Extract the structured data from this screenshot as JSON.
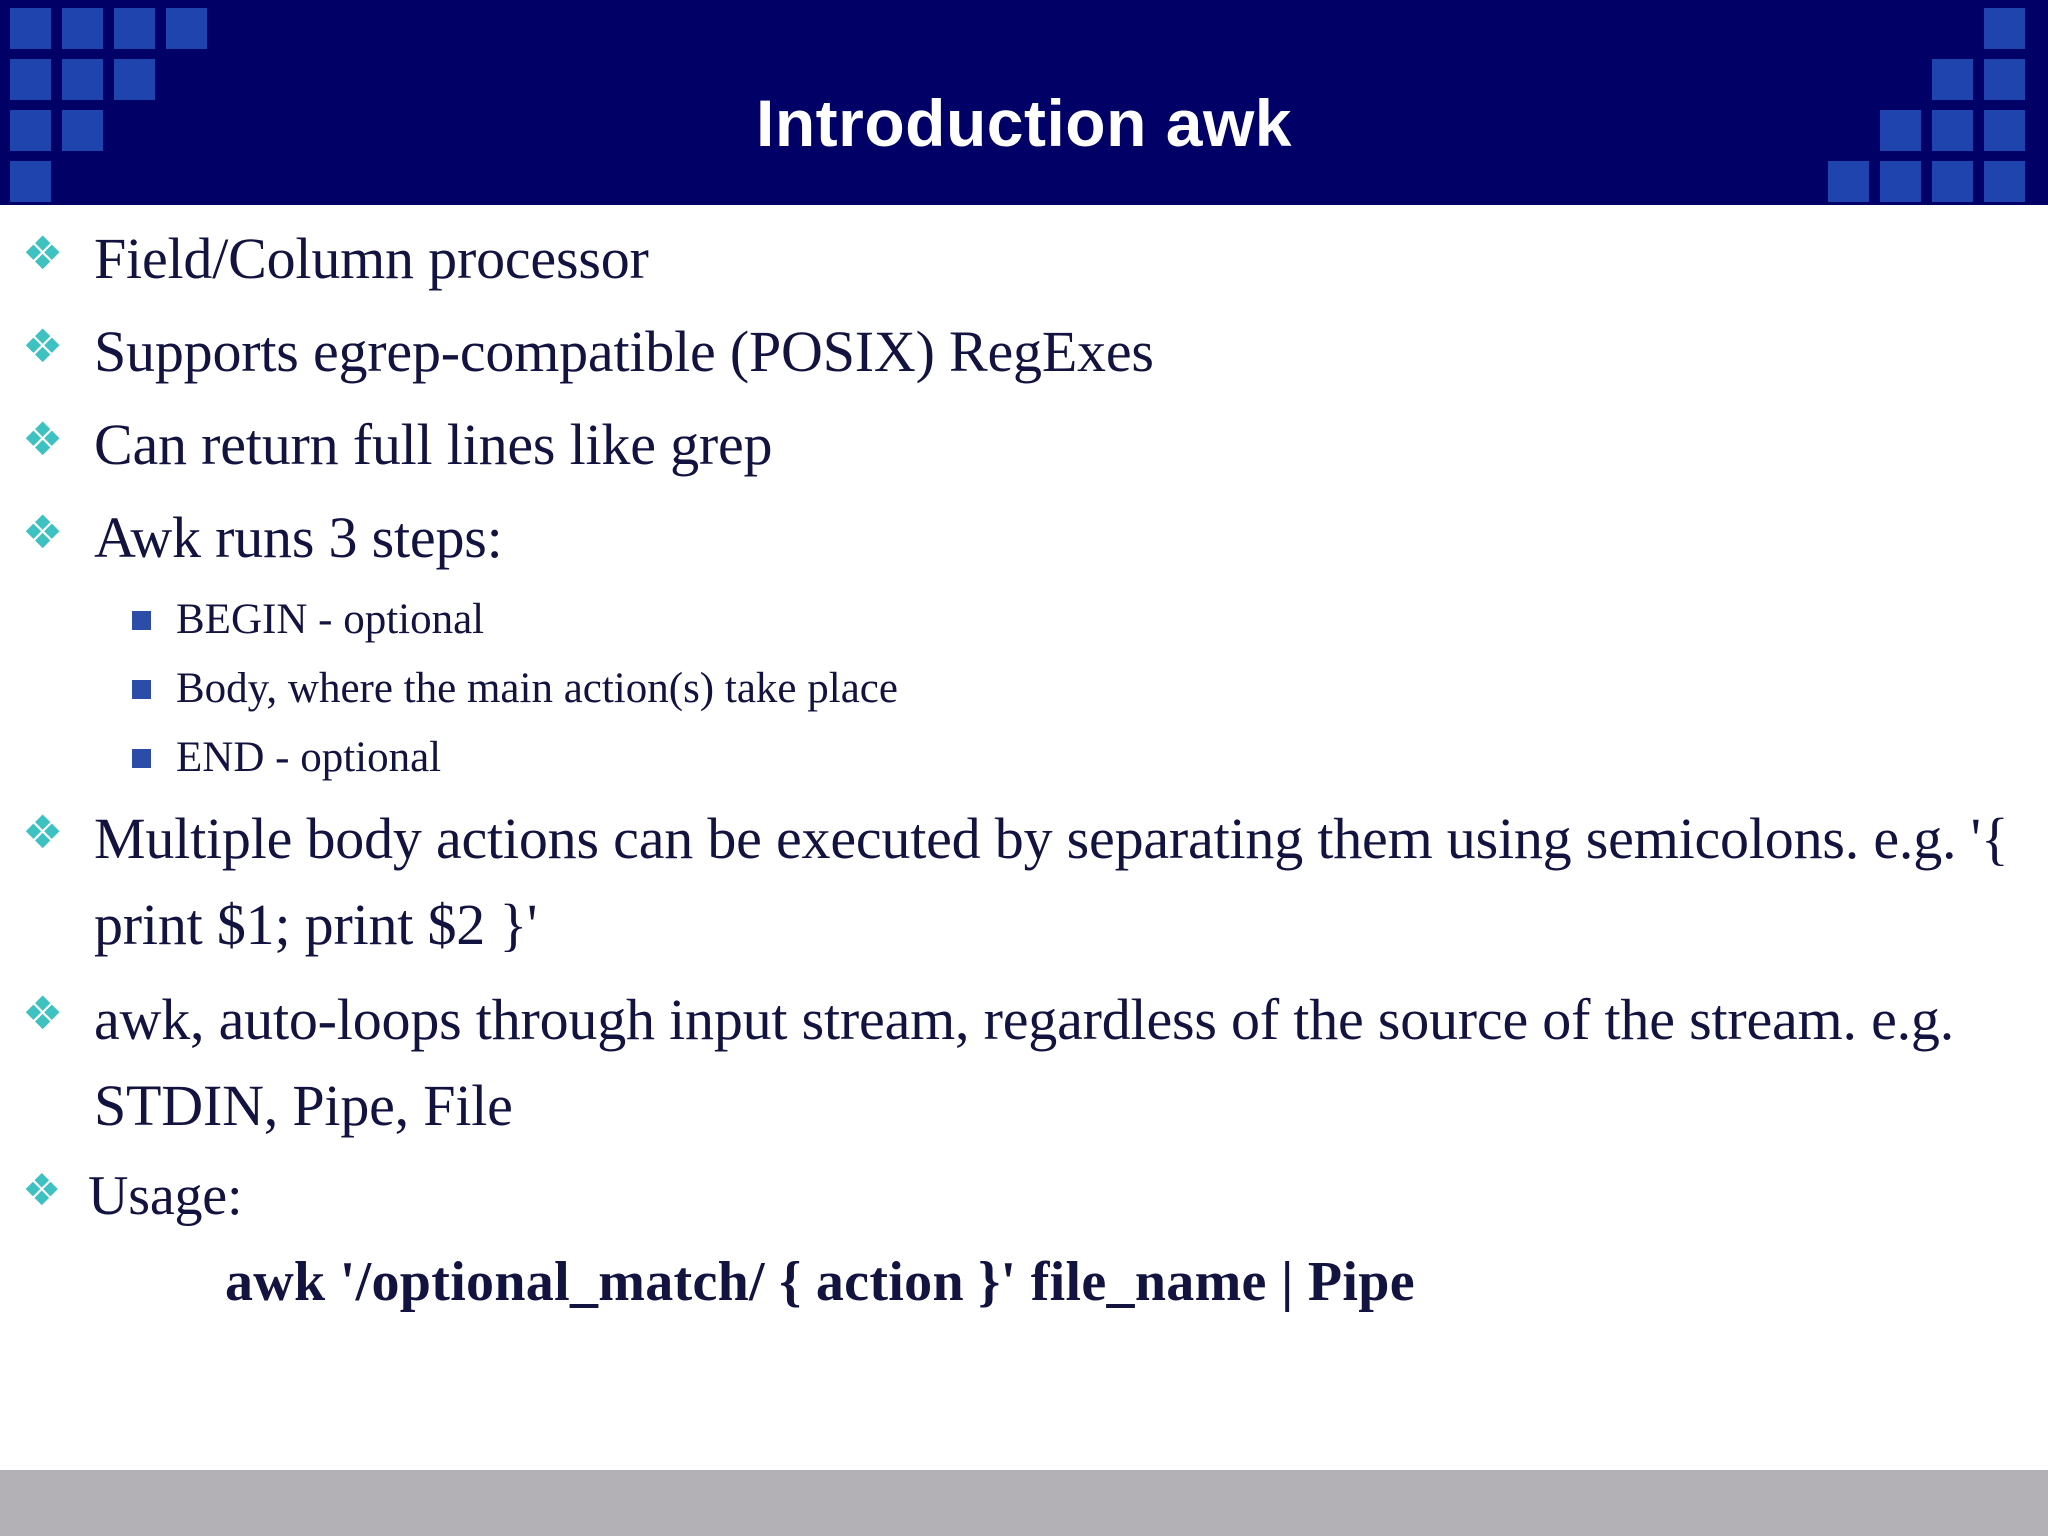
{
  "slide": {
    "title": "Introduction awk",
    "theme": {
      "header_bg": "#000066",
      "header_square": "#1f44ad",
      "title_color": "#ffffff",
      "body_bg": "#ffffff",
      "text_color": "#131340",
      "bullet_level1_color": "#3ec1c1",
      "bullet_level2_color": "#2b4da8",
      "footer_bg": "#b3b1b6"
    },
    "bullet_glyphs": {
      "level1": "❖",
      "level2": "square"
    },
    "bullets": [
      {
        "level": 1,
        "text": "Field/Column processor"
      },
      {
        "level": 1,
        "text": "Supports egrep-compatible (POSIX) RegExes"
      },
      {
        "level": 1,
        "text": "Can return full lines like grep"
      },
      {
        "level": 1,
        "text": "Awk runs 3 steps:"
      },
      {
        "level": 2,
        "text": "BEGIN - optional"
      },
      {
        "level": 2,
        "text": "Body, where the main action(s) take place"
      },
      {
        "level": 2,
        "text": "END - optional"
      },
      {
        "level": 1,
        "text": " Multiple body actions can be executed by separating them using semicolons. e.g. '{ print $1; print $2 }'"
      },
      {
        "level": 1,
        "text": " awk, auto-loops through input stream, regardless of the source of the stream. e.g. STDIN, Pipe, File"
      },
      {
        "level": 1,
        "text": "Usage:"
      }
    ],
    "command_line": "awk '/optional_match/ { action }' file_name | Pipe"
  }
}
